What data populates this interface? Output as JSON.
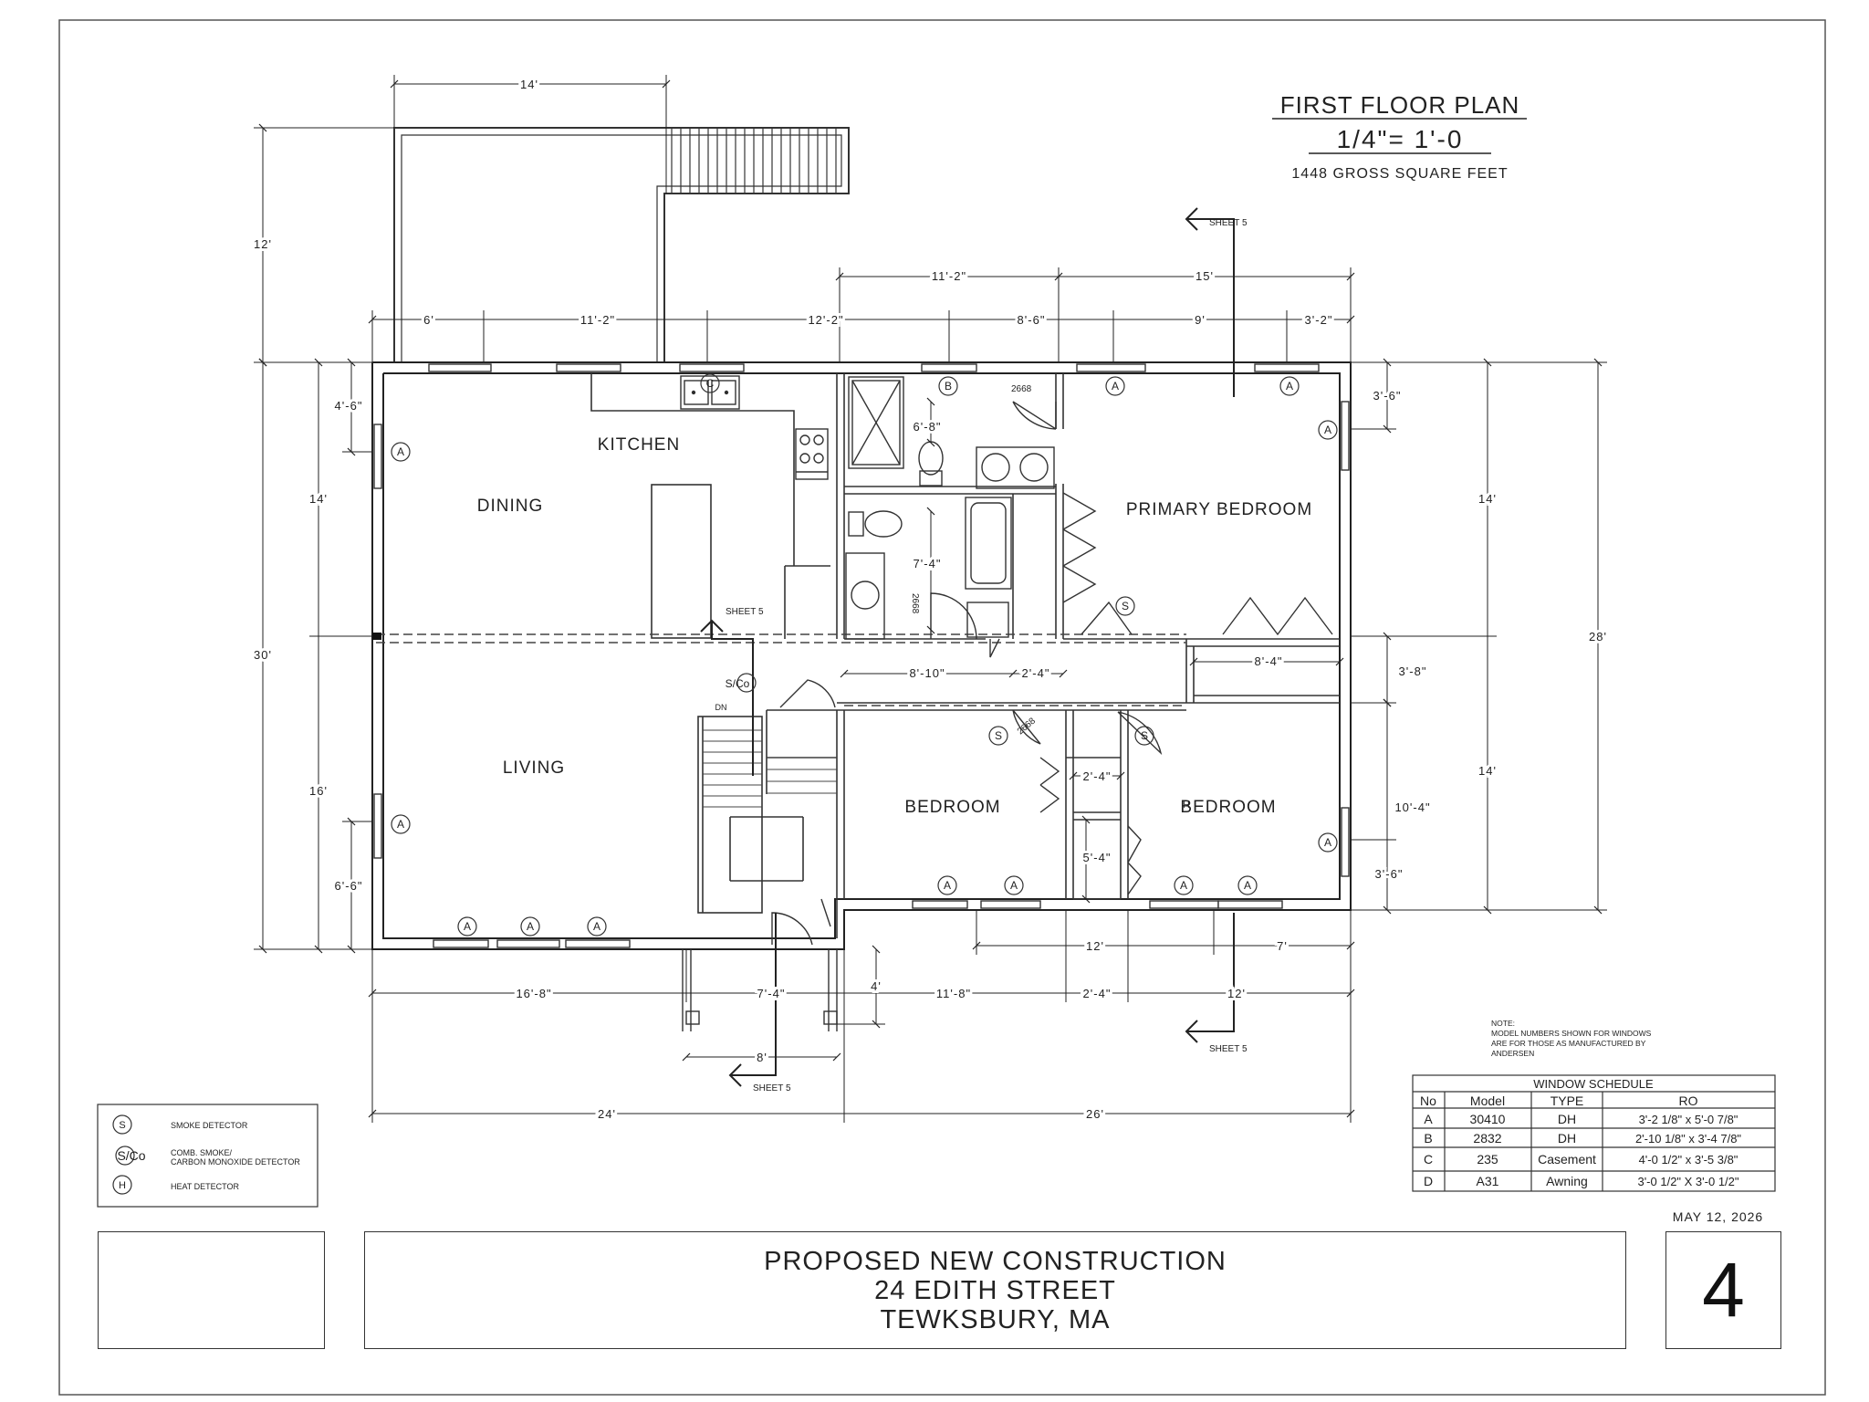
{
  "plan": {
    "title": "FIRST FLOOR PLAN",
    "scale": "1/4\"= 1'-0",
    "area": "1448 GROSS SQUARE FEET"
  },
  "rooms": {
    "kitchen": "KITCHEN",
    "dining": "DINING",
    "living": "LIVING",
    "primary_bedroom": "PRIMARY BEDROOM",
    "bedroom_1": "BEDROOM",
    "bedroom_2": "BEDROOM"
  },
  "section_marks": {
    "top": "SHEET 5",
    "middle": "SHEET 5",
    "bottom_right": "SHEET 5",
    "bottom_left": "SHEET 5"
  },
  "dimensions": {
    "deck_width": "14'",
    "deck_depth": "12'",
    "top_11_2": "11'-2\"",
    "top_15": "15'",
    "row_6": "6'",
    "row_11_2": "11'-2\"",
    "row_12_2": "12'-2\"",
    "row_8_6": "8'-6\"",
    "row_9": "9'",
    "row_3_2": "3'-2\"",
    "left_4_6": "4'-6\"",
    "left_14": "14'",
    "left_30": "30'",
    "left_16": "16'",
    "left_6_6": "6'-6\"",
    "right_3_6_top": "3'-6\"",
    "right_14_top": "14'",
    "right_28": "28'",
    "right_3_8": "3'-8\"",
    "right_14_bottom": "14'",
    "right_10_4": "10'-4\"",
    "right_3_6_bottom": "3'-6\"",
    "bath_6_8": "6'-8\"",
    "bath_7_4": "7'-4\"",
    "hall_8_10": "8'-10\"",
    "hall_2_4": "2'-4\"",
    "hall_8_4": "8'-4\"",
    "closet_2_4": "2'-4\"",
    "closet_5_4": "5'-4\"",
    "below_12": "12'",
    "below_7": "7'",
    "bot_16_8": "16'-8\"",
    "bot_7_4": "7'-4\"",
    "bot_4": "4'",
    "bot_11_8": "11'-8\"",
    "bot_2_4": "2'-4\"",
    "bot_12": "12'",
    "porch_8": "8'",
    "overall_24": "24'",
    "overall_26": "26'"
  },
  "tags": {
    "door_2668_a": "2668",
    "door_2668_b": "2668",
    "door_2668_c": "2668",
    "stair_dn": "DN",
    "smoke_co": "S/Co",
    "window_a": "A",
    "window_b": "B",
    "window_c": "C",
    "smoke": "S",
    "heat": "H"
  },
  "legend": [
    {
      "symbol": "S",
      "label": "SMOKE DETECTOR"
    },
    {
      "symbol": "S/Co",
      "label": "COMB. SMOKE/\nCARBON MONOXIDE DETECTOR"
    },
    {
      "symbol": "H",
      "label": "HEAT DETECTOR"
    }
  ],
  "note": {
    "label": "NOTE:",
    "lines": [
      "MODEL NUMBERS SHOWN FOR WINDOWS",
      "ARE FOR THOSE AS MANUFACTURED BY",
      "ANDERSEN"
    ]
  },
  "window_schedule": {
    "title": "WINDOW SCHEDULE",
    "headers": [
      "No",
      "Model",
      "TYPE",
      "RO"
    ],
    "rows": [
      [
        "A",
        "30410",
        "DH",
        "3'-2 1/8\" x 5'-0 7/8\""
      ],
      [
        "B",
        "2832",
        "DH",
        "2'-10 1/8\" x 3'-4 7/8\""
      ],
      [
        "C",
        "235",
        "Casement",
        "4'-0 1/2\" x 3'-5 3/8\""
      ],
      [
        "D",
        "A31",
        "Awning",
        "3'-0 1/2\" X 3'-0 1/2\""
      ]
    ]
  },
  "title_block": {
    "line1": "PROPOSED NEW CONSTRUCTION",
    "line2": "24 EDITH STREET",
    "line3": "TEWKSBURY, MA",
    "date": "MAY 12, 2026",
    "sheet": "4"
  }
}
